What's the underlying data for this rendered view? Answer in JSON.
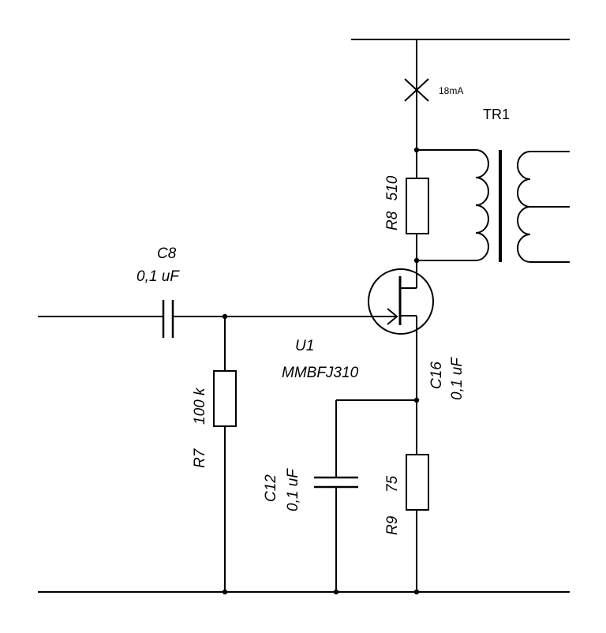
{
  "components": {
    "c8": {
      "ref": "C8",
      "value": "0,1 uF"
    },
    "r7": {
      "ref": "R7",
      "value": "100 k"
    },
    "u1": {
      "ref": "U1",
      "value": "MMBFJ310"
    },
    "c16": {
      "ref": "C16",
      "value": "0,1 uF"
    },
    "c12": {
      "ref": "C12",
      "value": "0,1 uF"
    },
    "r9": {
      "ref": "R9",
      "value": "75"
    },
    "r8": {
      "ref": "R8",
      "value": "510"
    },
    "tr1": {
      "ref": "TR1"
    }
  },
  "annotations": {
    "current": "18mA"
  }
}
